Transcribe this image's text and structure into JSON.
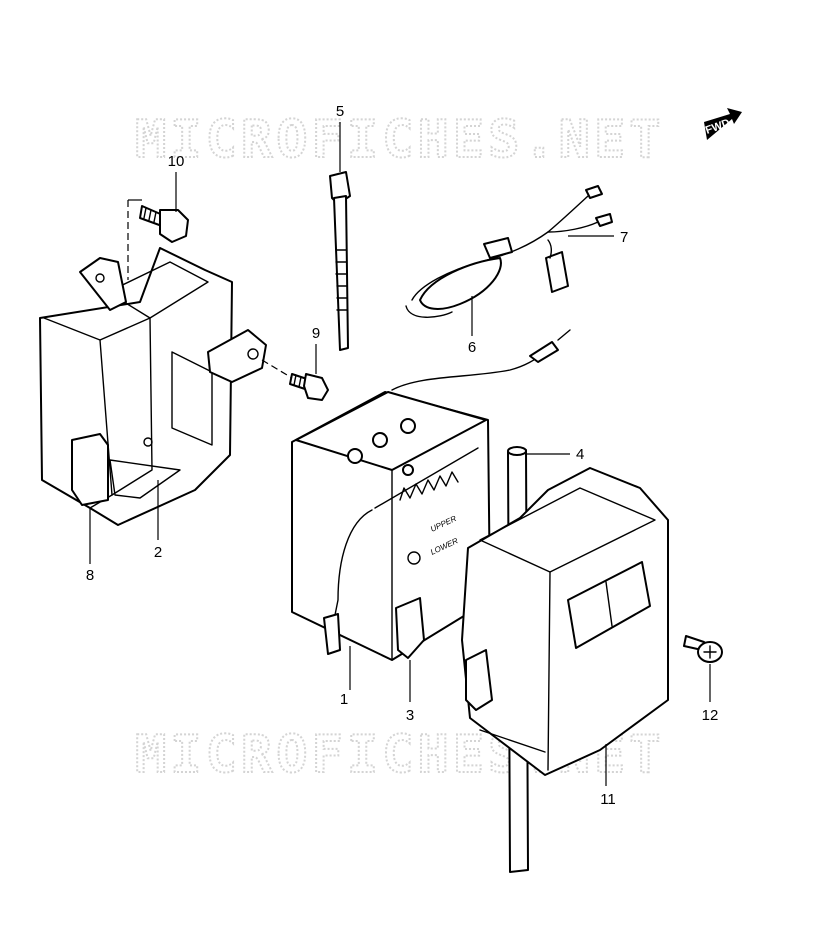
{
  "watermark": {
    "top": "MICROFICHES.NET",
    "bottom": "MICROFICHES.NET"
  },
  "fwd_badge": "FWD",
  "battery_marks": {
    "upper": "UPPER",
    "lower": "LOWER"
  },
  "callouts": [
    {
      "id": "1",
      "label": "1"
    },
    {
      "id": "2",
      "label": "2"
    },
    {
      "id": "3",
      "label": "3"
    },
    {
      "id": "4",
      "label": "4"
    },
    {
      "id": "5",
      "label": "5"
    },
    {
      "id": "6",
      "label": "6"
    },
    {
      "id": "7",
      "label": "7"
    },
    {
      "id": "8",
      "label": "8"
    },
    {
      "id": "9",
      "label": "9"
    },
    {
      "id": "10",
      "label": "10"
    },
    {
      "id": "11",
      "label": "11"
    },
    {
      "id": "12",
      "label": "12"
    }
  ]
}
